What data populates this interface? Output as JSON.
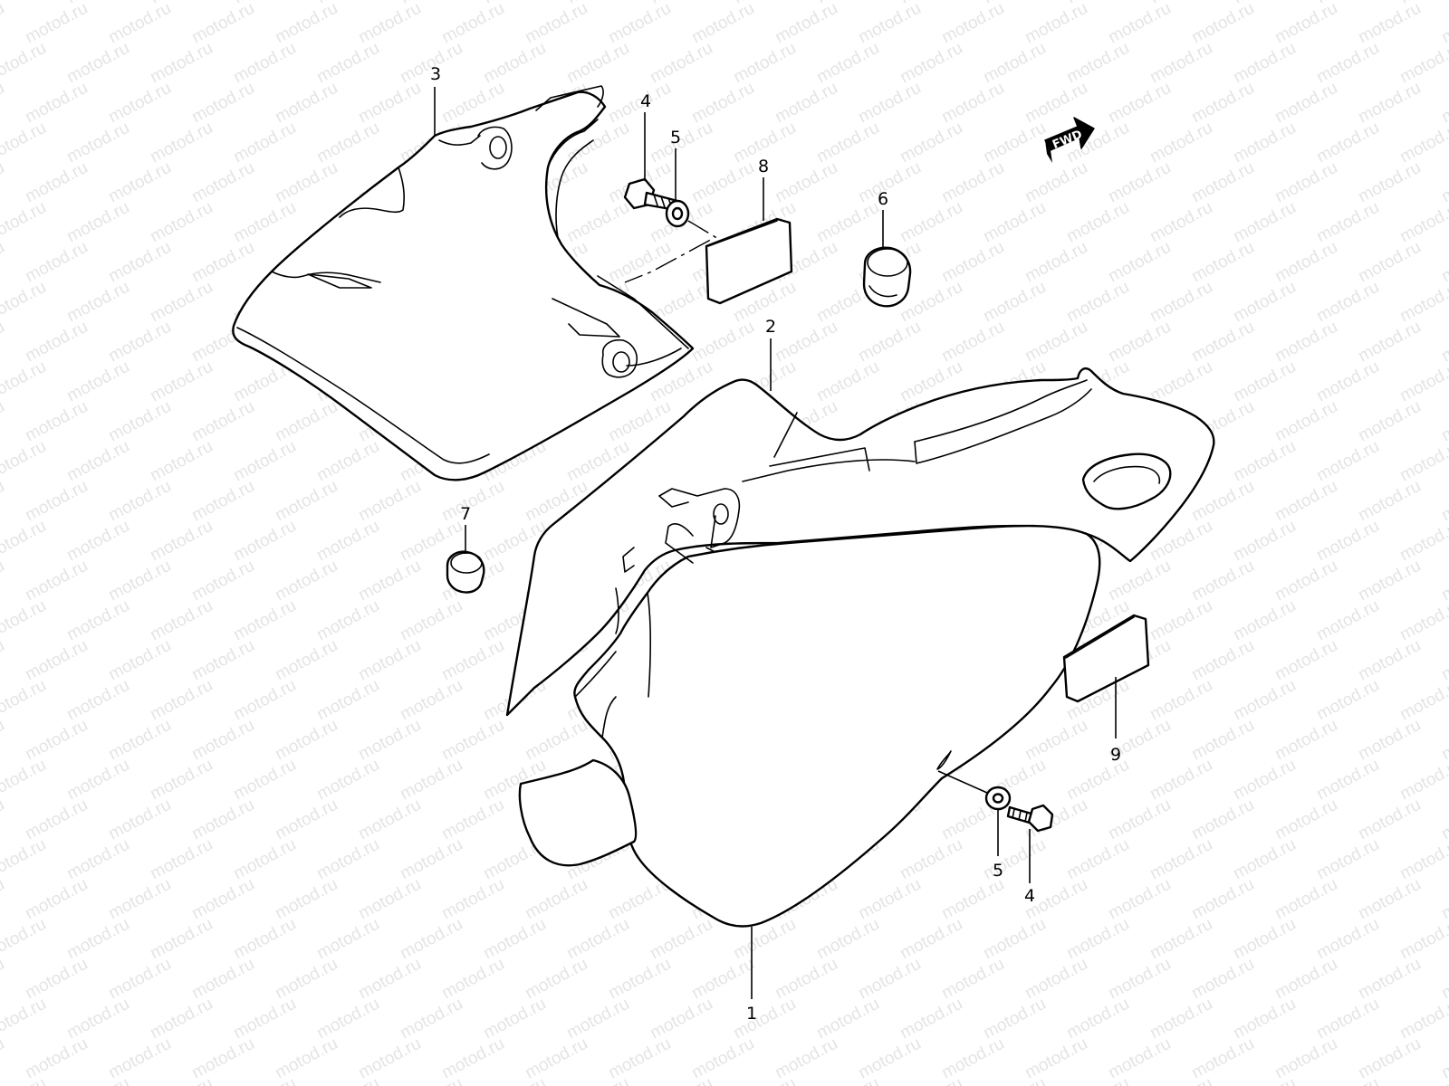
{
  "watermark": "motod.ru",
  "fwd_label": "FWD",
  "callouts": [
    {
      "id": "label-3",
      "text": "3"
    },
    {
      "id": "label-4a",
      "text": "4"
    },
    {
      "id": "label-5a",
      "text": "5"
    },
    {
      "id": "label-8",
      "text": "8"
    },
    {
      "id": "label-6",
      "text": "6"
    },
    {
      "id": "label-2",
      "text": "2"
    },
    {
      "id": "label-7",
      "text": "7"
    },
    {
      "id": "label-9",
      "text": "9"
    },
    {
      "id": "label-5b",
      "text": "5"
    },
    {
      "id": "label-4b",
      "text": "4"
    },
    {
      "id": "label-1",
      "text": "1"
    }
  ]
}
